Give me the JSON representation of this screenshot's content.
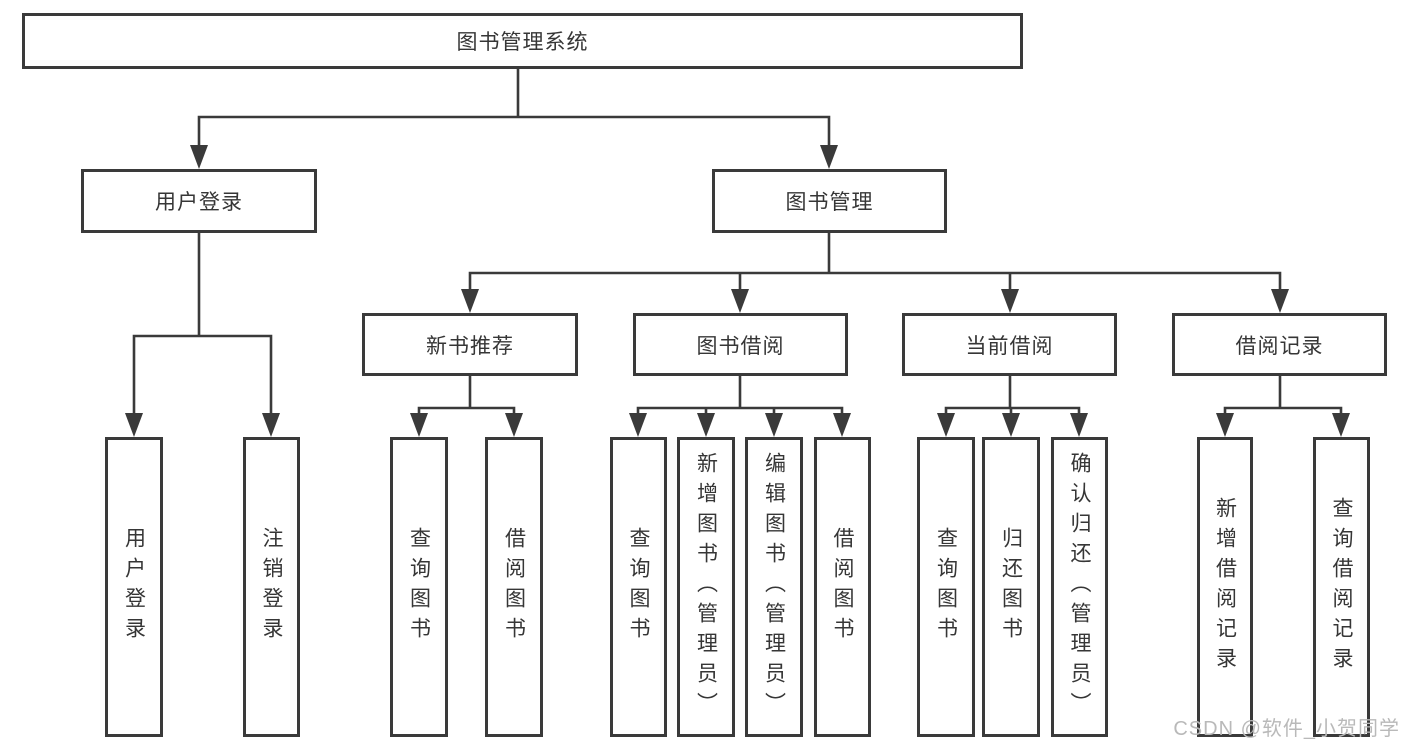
{
  "diagram": {
    "watermark": "CSDN @软件_小贺同学",
    "colors": {
      "background": "#ffffff",
      "line": "#3a3a3a",
      "box_border": "#3a3a3a",
      "text": "#363636",
      "watermark": "#b9b9b9"
    },
    "tree": {
      "label": "图书管理系统",
      "children": [
        {
          "label": "用户登录",
          "children": [
            {
              "label": "用户登录"
            },
            {
              "label": "注销登录"
            }
          ]
        },
        {
          "label": "图书管理",
          "children": [
            {
              "label": "新书推荐",
              "children": [
                {
                  "label": "查询图书"
                },
                {
                  "label": "借阅图书"
                }
              ]
            },
            {
              "label": "图书借阅",
              "children": [
                {
                  "label": "查询图书"
                },
                {
                  "label": "新增图书（管理员）"
                },
                {
                  "label": "编辑图书（管理员）"
                },
                {
                  "label": "借阅图书"
                }
              ]
            },
            {
              "label": "当前借阅",
              "children": [
                {
                  "label": "查询图书"
                },
                {
                  "label": "归还图书"
                },
                {
                  "label": "确认归还（管理员）"
                }
              ]
            },
            {
              "label": "借阅记录",
              "children": [
                {
                  "label": "新增借阅记录"
                },
                {
                  "label": "查询借阅记录"
                }
              ]
            }
          ]
        }
      ]
    }
  }
}
